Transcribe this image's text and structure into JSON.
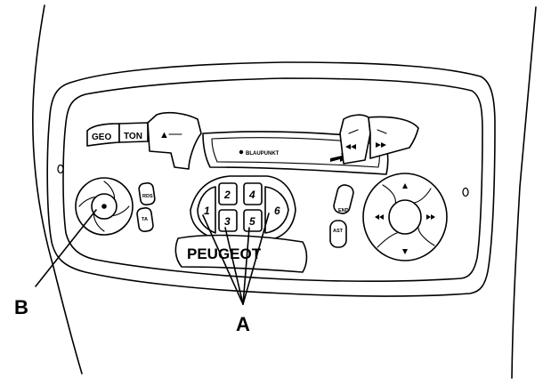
{
  "buttons": {
    "geo": "GEO",
    "ton": "TON",
    "eject": "▲",
    "rds": "RDS",
    "ta": "TA",
    "end": "END",
    "ast": "AST"
  },
  "display_brand": "BLAUPUNKT",
  "presets": [
    "1",
    "2",
    "3",
    "4",
    "5",
    "6"
  ],
  "faceplate_brand": "PEUGEOT",
  "callouts": {
    "a": "A",
    "b": "B"
  }
}
